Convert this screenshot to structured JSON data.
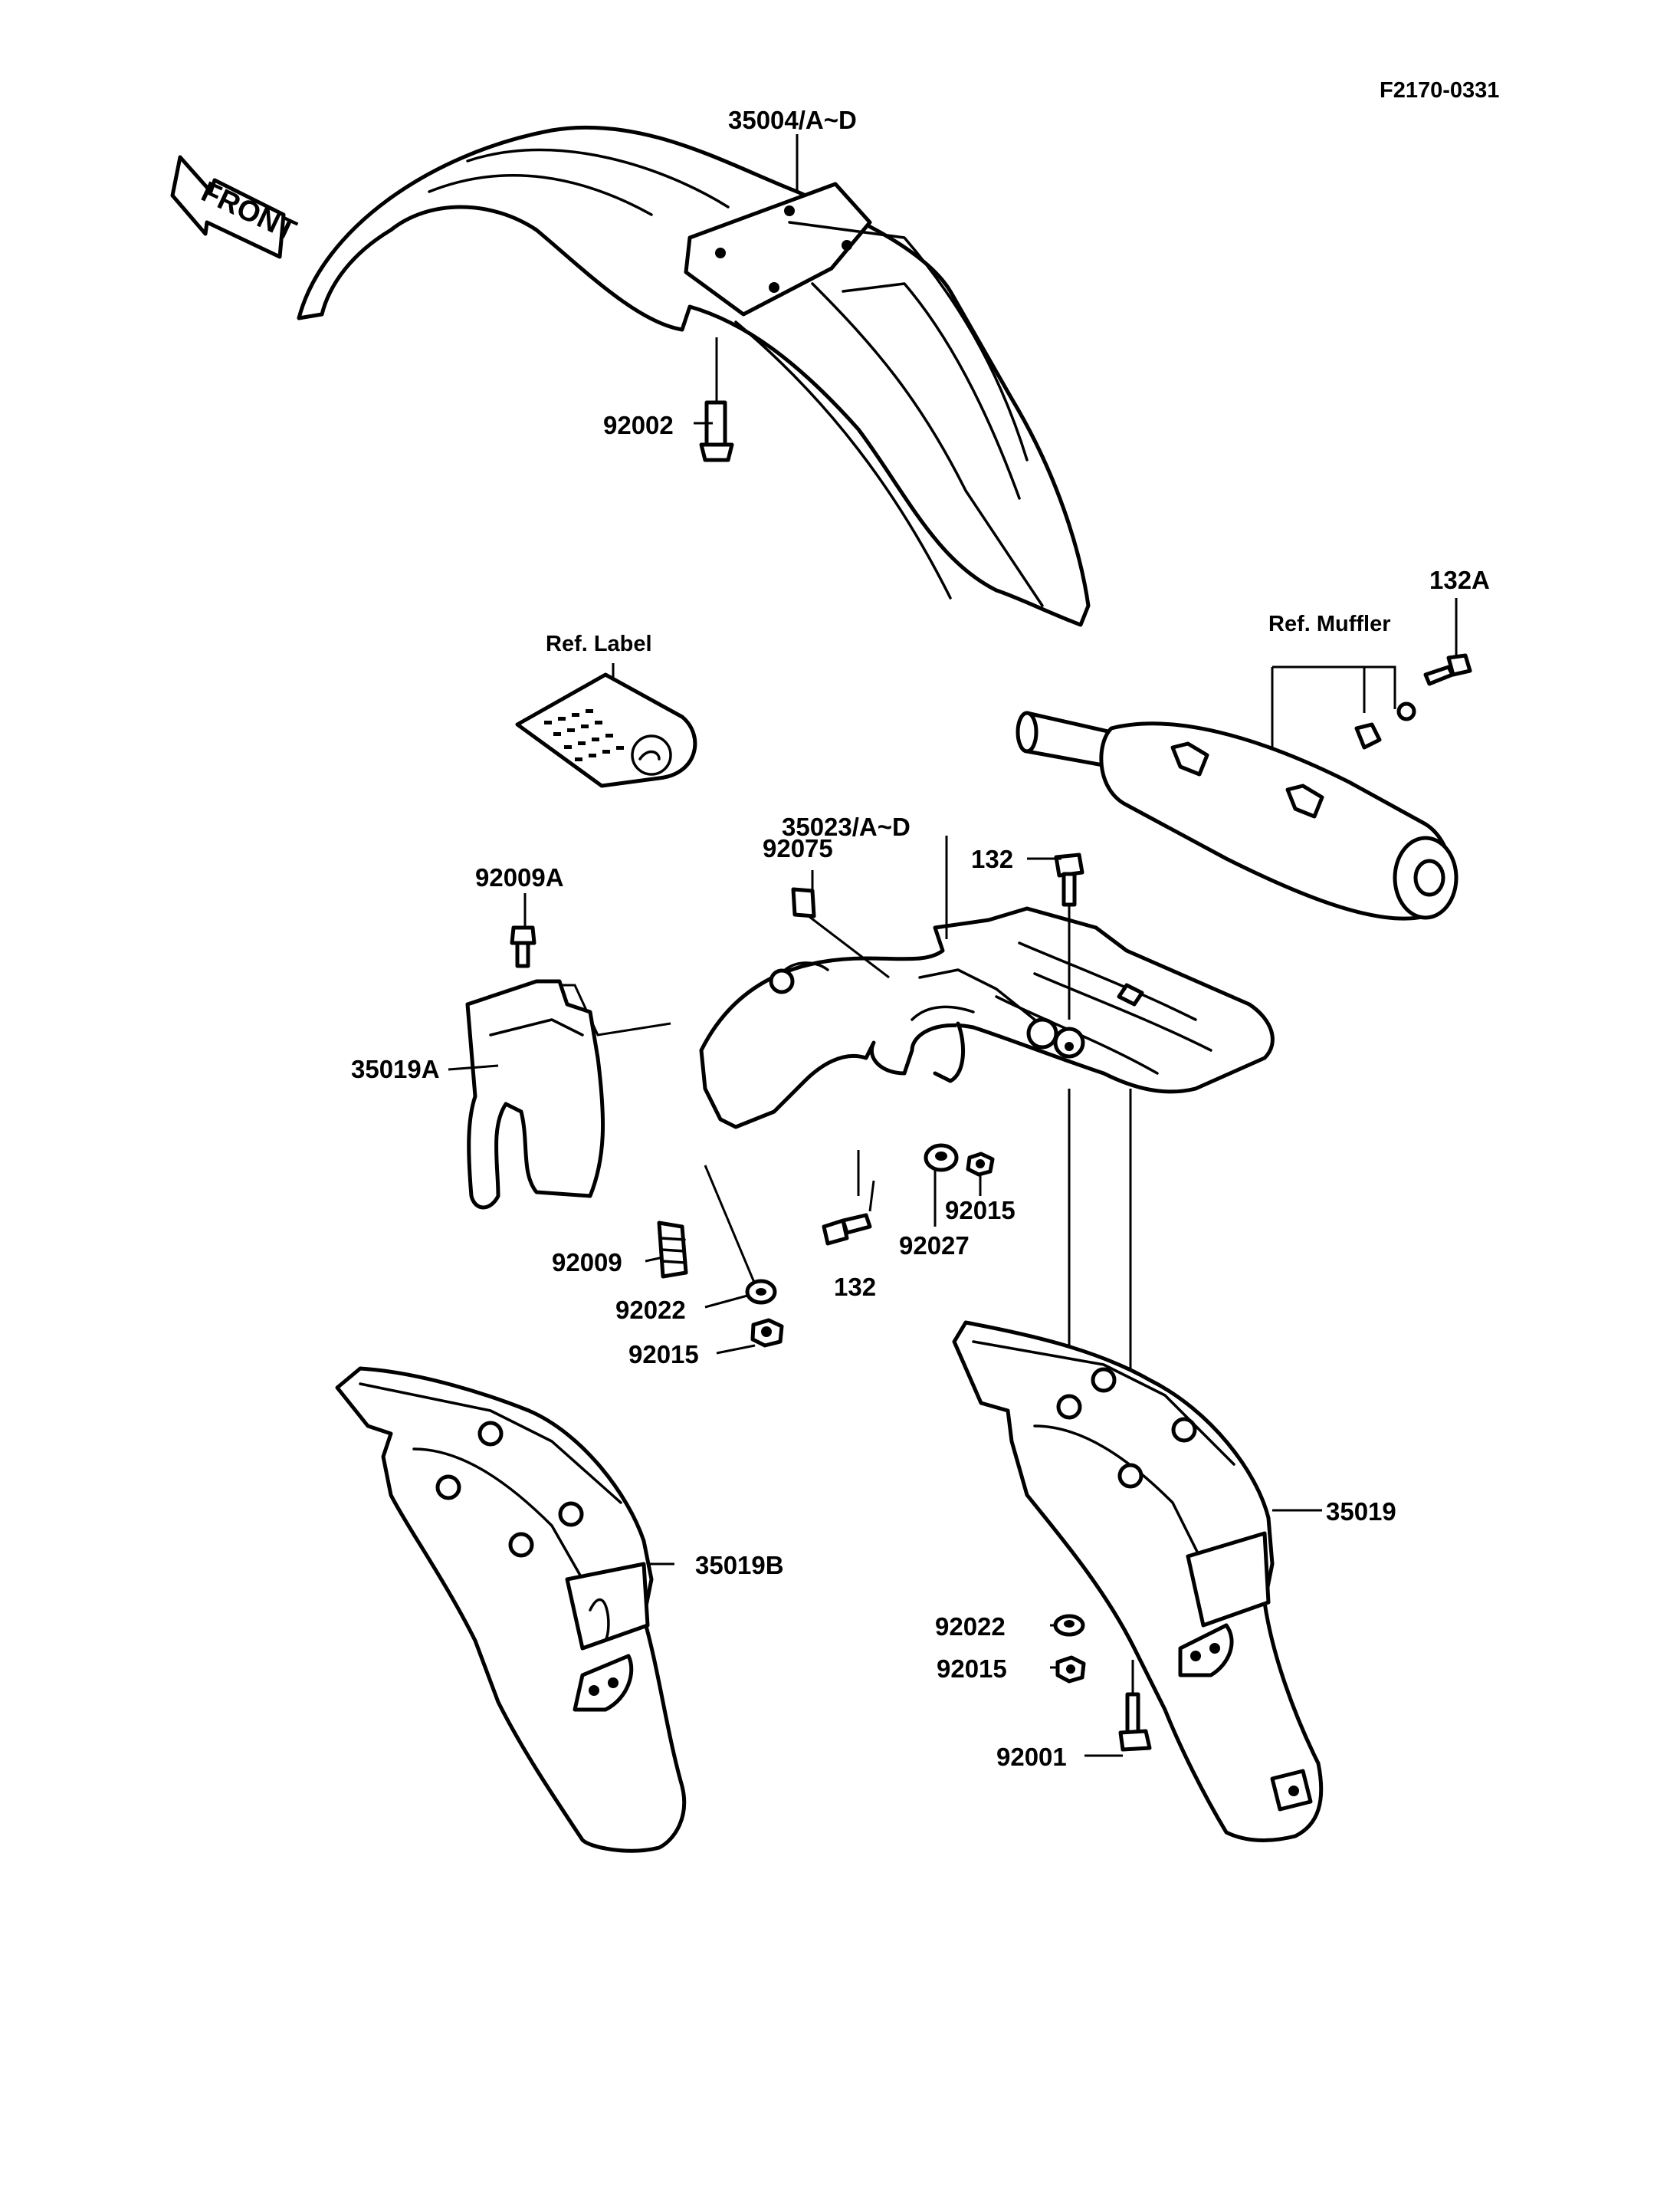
{
  "figure_code": "F2170-0331",
  "front_arrow": "FRONT",
  "references": {
    "label": "Ref. Label",
    "muffler": "Ref. Muffler"
  },
  "parts": {
    "front_fender": "35004/A~D",
    "front_fender_bolt": "92002",
    "rear_fender": "35023/A~D",
    "grommet_top": "92075",
    "bolt_132_top": "132",
    "bolt_132a": "132A",
    "flap_bolt": "92009A",
    "flap": "35019A",
    "spacer_92009": "92009",
    "washer_left": "92022",
    "nut_left": "92015",
    "bolt_132_bottom": "132",
    "collar_92027": "92027",
    "nut_92015_mid": "92015",
    "rear_flap_left": "35019B",
    "rear_flap_right": "35019",
    "washer_right": "92022",
    "nut_right": "92015",
    "bolt_92001": "92001"
  }
}
